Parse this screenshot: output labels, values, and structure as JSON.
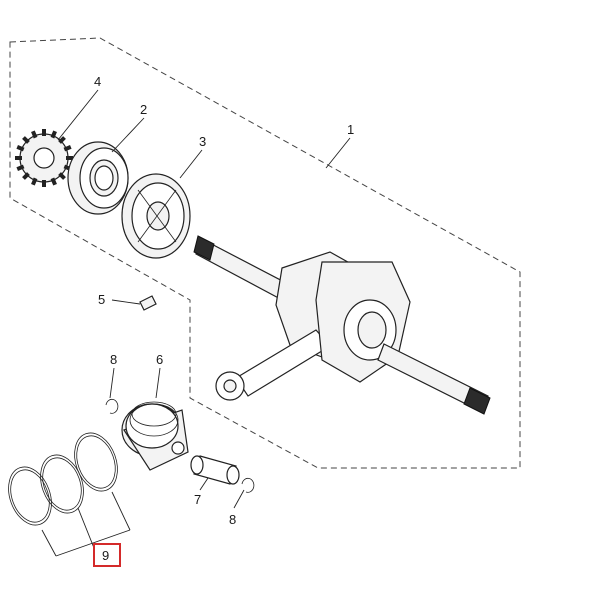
{
  "diagram": {
    "callouts": {
      "crankshaft": "1",
      "bearing": "2",
      "washer_plate": "3",
      "sprocket": "4",
      "key": "5",
      "piston": "6",
      "piston_pin": "7",
      "clip_top": "8",
      "clip_bottom": "8",
      "piston_rings": "9"
    },
    "highlight_color": "#d42a2a"
  }
}
